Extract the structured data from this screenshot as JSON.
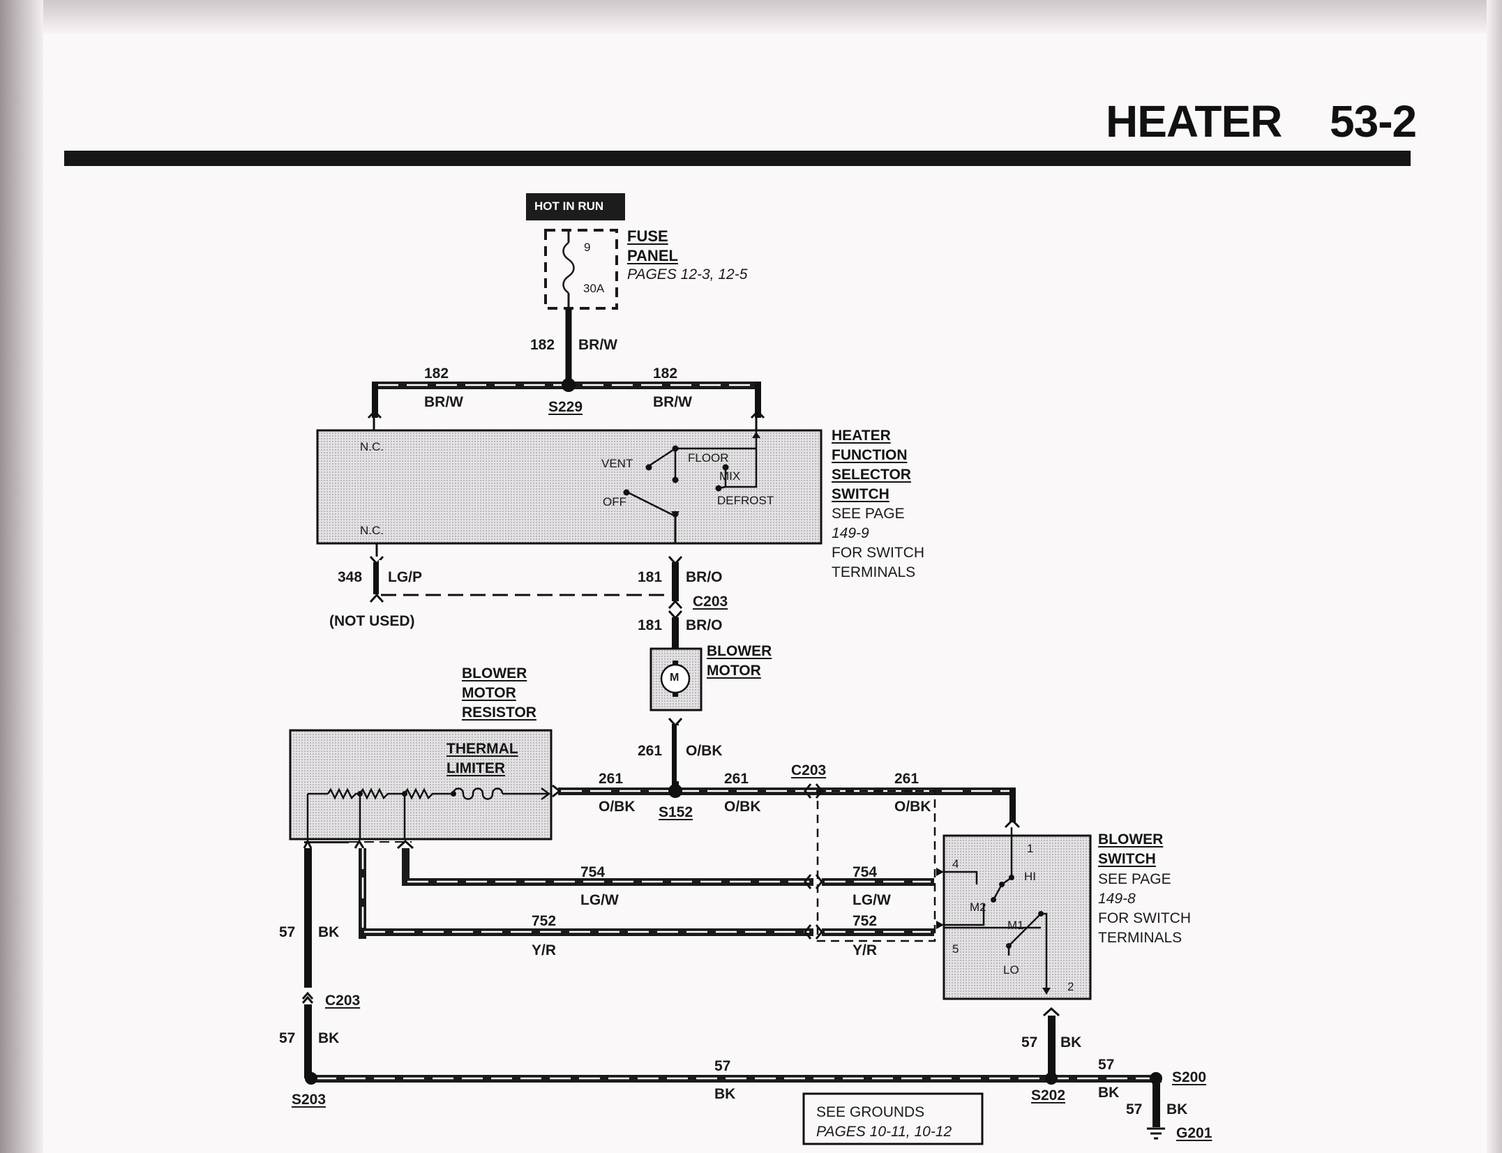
{
  "header": {
    "title": "HEATER",
    "page_number": "53-2"
  },
  "power": {
    "hot_in_run": "HOT IN RUN",
    "fuse_number": "9",
    "fuse_rating": "30A",
    "fuse_panel_line1": "FUSE",
    "fuse_panel_line2": "PANEL",
    "fuse_panel_pages": "PAGES 12-3, 12-5"
  },
  "wires": {
    "w182": "182",
    "brw": "BR/W",
    "w181": "181",
    "bro": "BR/O",
    "w348": "348",
    "lgp": "LG/P",
    "not_used": "(NOT USED)",
    "w261": "261",
    "obk": "O/BK",
    "w754": "754",
    "lgw": "LG/W",
    "w752": "752",
    "yr": "Y/R",
    "w57": "57",
    "bk": "BK"
  },
  "splices": {
    "s229": "S229",
    "s152": "S152",
    "s203": "S203",
    "s202": "S202",
    "s200": "S200",
    "g201": "G201"
  },
  "connectors": {
    "c203": "C203"
  },
  "selector_switch": {
    "nc": "N.C.",
    "vent": "VENT",
    "floor": "FLOOR",
    "mix": "MIX",
    "off": "OFF",
    "defrost": "DEFROST",
    "label": [
      "HEATER",
      "FUNCTION",
      "SELECTOR",
      "SWITCH"
    ],
    "see_page": "SEE PAGE",
    "page_ref": "149-9",
    "terminals": [
      "FOR SWITCH",
      "TERMINALS"
    ]
  },
  "blower_motor": {
    "symbol": "M",
    "label": [
      "BLOWER",
      "MOTOR"
    ]
  },
  "resistor": {
    "label": [
      "BLOWER",
      "MOTOR",
      "RESISTOR"
    ],
    "thermal": [
      "THERMAL",
      "LIMITER"
    ]
  },
  "blower_switch": {
    "label": [
      "BLOWER",
      "SWITCH"
    ],
    "see_page": "SEE PAGE",
    "page_ref": "149-8",
    "terminals": [
      "FOR SWITCH",
      "TERMINALS"
    ],
    "t1": "1",
    "t2": "2",
    "t4": "4",
    "t5": "5",
    "hi": "HI",
    "m2": "M2",
    "m1": "M1",
    "lo": "LO"
  },
  "grounds": {
    "line1": "SEE GROUNDS",
    "line2": "PAGES 10-11, 10-12"
  }
}
